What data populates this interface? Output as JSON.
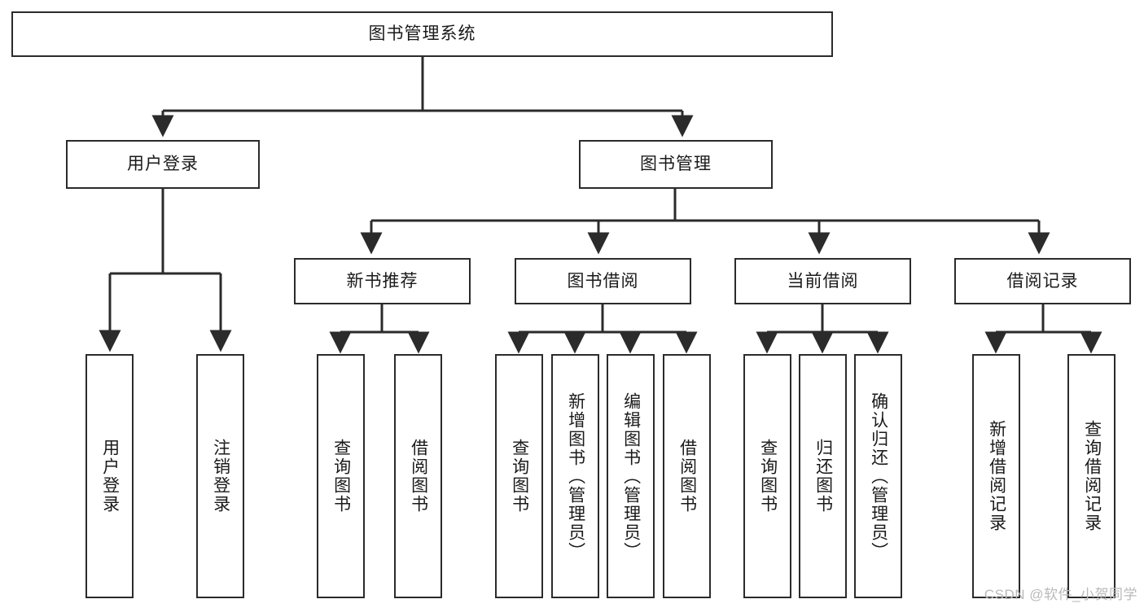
{
  "diagram": {
    "title": "图书管理系统",
    "type": "hierarchy-tree",
    "watermark": "CSDN @软件_小贺同学",
    "colors": {
      "border": "#2b2b2b",
      "background": "#ffffff",
      "text": "#1a1a1a",
      "connector": "#2b2b2b",
      "watermark": "#b9b9b9"
    }
  },
  "nodes": {
    "root": {
      "label": "图书管理系统"
    },
    "level1": [
      {
        "key": "user_login",
        "label": "用户登录"
      },
      {
        "key": "book_manage",
        "label": "图书管理"
      }
    ],
    "level2": [
      {
        "key": "new_book_rec",
        "label": "新书推荐"
      },
      {
        "key": "book_borrow",
        "label": "图书借阅"
      },
      {
        "key": "current_borrow",
        "label": "当前借阅"
      },
      {
        "key": "borrow_record",
        "label": "借阅记录"
      }
    ],
    "leaves": {
      "user_login": [
        {
          "label": "用户登录"
        },
        {
          "label": "注销登录"
        }
      ],
      "new_book_rec": [
        {
          "label": "查询图书"
        },
        {
          "label": "借阅图书"
        }
      ],
      "book_borrow": [
        {
          "label": "查询图书"
        },
        {
          "label": "新增图书（管理员）"
        },
        {
          "label": "编辑图书（管理员）"
        },
        {
          "label": "借阅图书"
        }
      ],
      "current_borrow": [
        {
          "label": "查询图书"
        },
        {
          "label": "归还图书"
        },
        {
          "label": "确认归还（管理员）"
        }
      ],
      "borrow_record": [
        {
          "label": "新增借阅记录"
        },
        {
          "label": "查询借阅记录"
        }
      ]
    }
  }
}
